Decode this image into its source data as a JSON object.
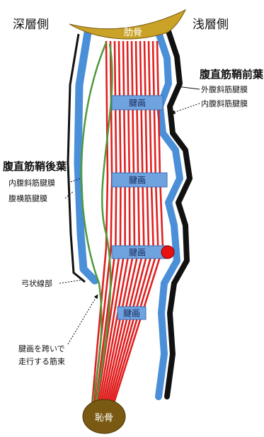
{
  "headers": {
    "deep_side": "深層側",
    "superficial_side": "浅層側"
  },
  "bones": {
    "rib": "肋骨",
    "pubis": "恥骨"
  },
  "intersections": [
    "腱画",
    "腱画",
    "腱画",
    "腱画"
  ],
  "labels": {
    "anterior_sheath": "腹直筋鞘前葉",
    "external_oblique_aponeurosis": "外腹斜筋腱膜",
    "internal_oblique_aponeurosis_front": "内腹斜筋腱膜",
    "posterior_sheath": "腹直筋鞘後葉",
    "internal_oblique_aponeurosis_back": "内腹斜筋腱膜",
    "transversus_aponeurosis": "腹横筋腱膜",
    "arcuate_line": "弓状線部",
    "crossing_fibers_line1": "腱画を跨いで",
    "crossing_fibers_line2": "走行する筋束"
  },
  "colors": {
    "rib_bone": "#c9a227",
    "pubis_bone": "#7a5a12",
    "muscle_fiber": "#e02020",
    "sheath_blue": "#4a8fd8",
    "sheath_dark": "#111111",
    "crossing_fiber": "#4f9a3a",
    "intersection_box": "#6fa3e0",
    "marker_red": "#e81010"
  }
}
